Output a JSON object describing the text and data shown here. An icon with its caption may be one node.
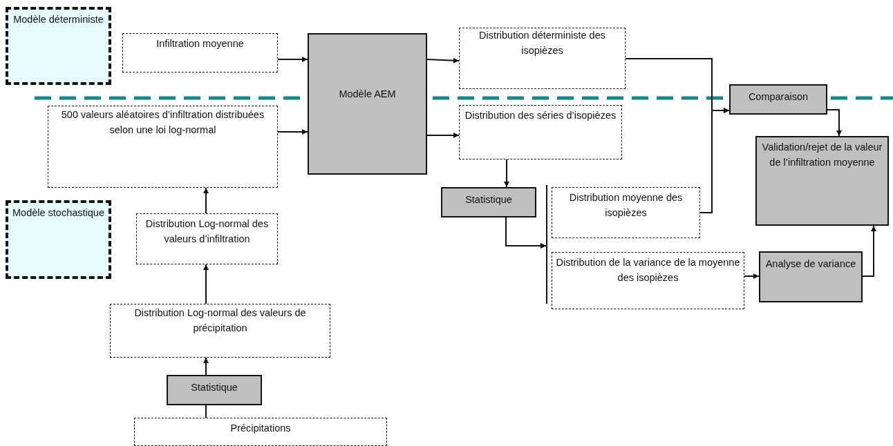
{
  "diagram": {
    "nodes": [
      {
        "text": [
          "Modèle déterministe"
        ]
      },
      {
        "text": [
          "Infiltration moyenne"
        ]
      },
      {
        "text": [
          "Modèle AEM"
        ]
      },
      {
        "text": [
          "Distribution déterministe des isopièzes"
        ]
      },
      {
        "text": [
          "500 valeurs aléatoires d’infiltration distribuées selon une loi log-normal"
        ]
      },
      {
        "text": [
          "Distribution des séries d’isopièzes"
        ]
      },
      {
        "text": [
          "Comparaison"
        ]
      },
      {
        "text": [
          "Validation/rejet de la valeur de l’infiltration moyenne"
        ]
      },
      {
        "text": [
          "Statistique"
        ]
      },
      {
        "text": [
          "Modèle stochastique"
        ]
      },
      {
        "text": [
          "Distribution Log-normal des valeurs d’infiltration"
        ]
      },
      {
        "text": [
          "Distribution moyenne des isopièzes"
        ]
      },
      {
        "text": [
          "Distribution de la variance de la moyenne des isopièzes"
        ]
      },
      {
        "text": [
          "Analyse de variance"
        ]
      },
      {
        "text": [
          "Distribution Log-normal des valeurs de précipitation"
        ]
      },
      {
        "text": [
          "Statistique"
        ]
      },
      {
        "text": [
          "Précipitations"
        ]
      }
    ],
    "edges": [
      {
        "from": 1,
        "to": 2,
        "arrow": "to"
      },
      {
        "from": 4,
        "to": 2,
        "arrow": "to"
      },
      {
        "from": 2,
        "to": 3,
        "arrow": "to"
      },
      {
        "from": 2,
        "to": 5,
        "arrow": "to"
      },
      {
        "from": 3,
        "to": 6,
        "arrow": "to"
      },
      {
        "from": 11,
        "to": 6,
        "arrow": "to"
      },
      {
        "from": 6,
        "to": 7,
        "arrow": "to"
      },
      {
        "from": 5,
        "to": 8,
        "arrow": "to"
      },
      {
        "from": 8,
        "to": 11,
        "arrow": "to"
      },
      {
        "from": 8,
        "to": 12,
        "arrow": "to"
      },
      {
        "from": 12,
        "to": 13,
        "arrow": "to"
      },
      {
        "from": 13,
        "to": 7,
        "arrow": "to"
      },
      {
        "from": 10,
        "to": 4,
        "arrow": "to"
      },
      {
        "from": 14,
        "to": 10,
        "arrow": "to"
      },
      {
        "from": 15,
        "to": 14,
        "arrow": "to"
      },
      {
        "from": 16,
        "to": 15,
        "arrow": "none"
      }
    ]
  }
}
